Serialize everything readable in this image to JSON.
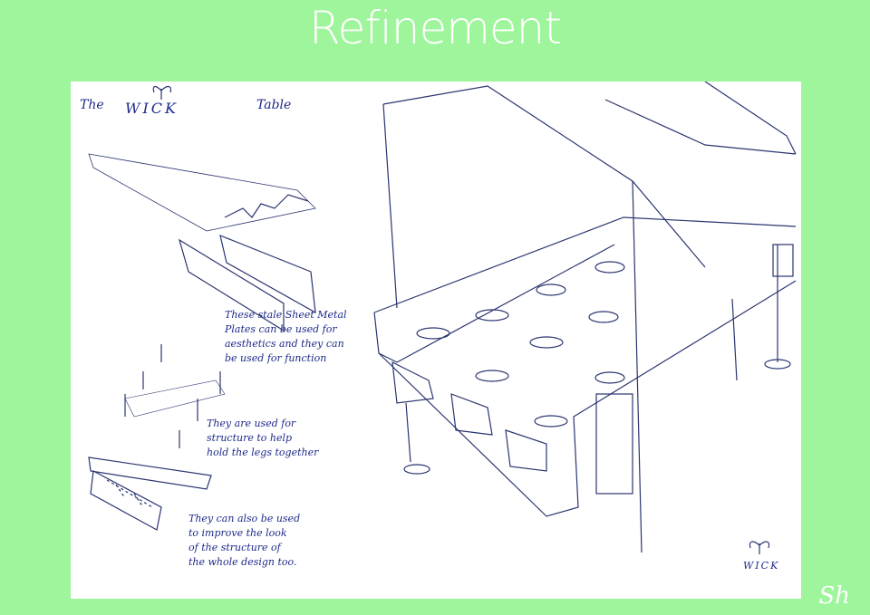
{
  "header": {
    "title": "Refinement"
  },
  "sketch": {
    "brand_the": "The",
    "brand_name": "WICK",
    "brand_table": "Table",
    "note_1": "These stale Sheet Metal\nPlates can be used for\naesthetics and they can\nbe used for function",
    "note_2": "They are used for\nstructure to help\nhold the legs together",
    "note_3": "They can also be used\nto improve the look\nof the structure of\nthe whole design too.",
    "corner_logo": "WICK"
  },
  "signature": "Sh",
  "colors": {
    "background": "#9ef59b",
    "paper": "#ffffff",
    "ink": "#1e2a8a"
  }
}
